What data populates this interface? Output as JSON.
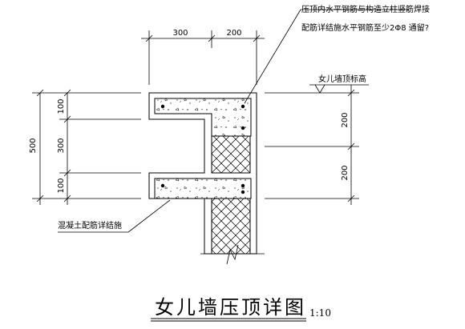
{
  "annotations": {
    "weld_note_line1": "压顶内水平钢筋与构造立柱竖筋焊接",
    "weld_note_line2": "配筋详结施水平钢筋至少2Φ8 通留?",
    "parapet_top_label": "女儿墙顶标高",
    "concrete_note": "混凝土配筋详结施"
  },
  "dimensions": {
    "top": [
      "300",
      "200"
    ],
    "left_total": "500",
    "left_parts": [
      "100",
      "300",
      "100"
    ],
    "right_parts": [
      "200",
      "200"
    ]
  },
  "title": {
    "text": "女儿墙压顶详图",
    "scale": "1:10"
  }
}
